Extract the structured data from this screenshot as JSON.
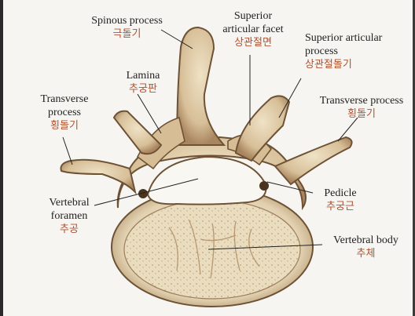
{
  "labels": {
    "spinous": {
      "en": "Spinous process",
      "ko": "극돌기"
    },
    "sup_facet": {
      "en1": "Superior",
      "en2": "articular facet",
      "ko": "상관절면"
    },
    "sup_process": {
      "en1": "Superior articular",
      "en2": "process",
      "ko": "상관절돌기"
    },
    "lamina": {
      "en": "Lamina",
      "ko": "추궁판"
    },
    "transverse_left": {
      "en1": "Transverse",
      "en2": "process",
      "ko": "횡돌기"
    },
    "transverse_right": {
      "en": "Transverse process",
      "ko": "횡돌기"
    },
    "vertebral_foramen": {
      "en1": "Vertebral",
      "en2": "foramen",
      "ko": "추공"
    },
    "pedicle": {
      "en": "Pedicle",
      "ko": "추궁근"
    },
    "vertebral_body": {
      "en": "Vertebral body",
      "ko": "추체"
    }
  },
  "colors": {
    "bone": "#dcc6a2",
    "bone_dark": "#8a6a48",
    "body_fill": "#e8dcc0",
    "label_kr": "#b0502e"
  }
}
